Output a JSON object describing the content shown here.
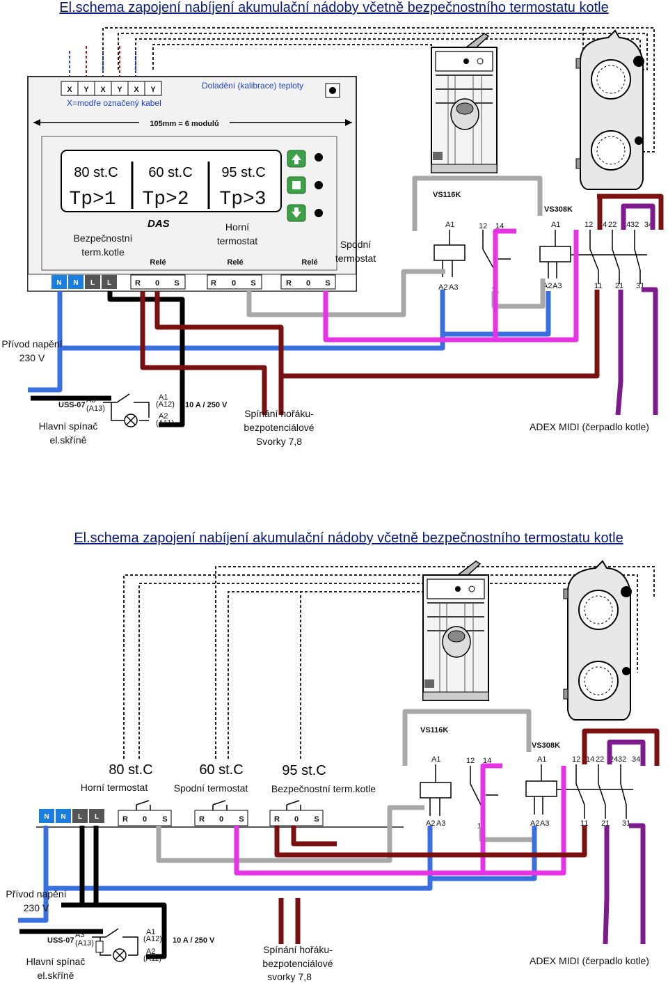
{
  "diagram_top": {
    "title": "El.schema zapojení nabíjení akumulační nádoby včetně bezpečnostního termostatu kotle",
    "module": {
      "terminals_xy": [
        "X",
        "Y",
        "X",
        "Y",
        "X",
        "Y"
      ],
      "cable_note": "X=modře označený kabel",
      "calibration": "Doladění (kalibrace) teploty",
      "width_note": "105mm = 6 modulů",
      "temps": [
        "80 st.C",
        "60 st.C",
        "95 st.C"
      ],
      "display": [
        "Tp>1",
        "Tp>2",
        "Tp>3"
      ],
      "brand": "DAS",
      "relay": "Relé",
      "supply_terminals": [
        "N",
        "N",
        "L",
        "L"
      ],
      "relay_terminals": [
        "R",
        "0",
        "S"
      ]
    },
    "labels": {
      "safety": [
        "Bezpečnostní",
        "term.kotle"
      ],
      "upper": [
        "Horní",
        "termostat"
      ],
      "lower": [
        "Spodní",
        "termostat"
      ],
      "supply": [
        "Přívod napění",
        "230 V"
      ],
      "main_switch": [
        "Hlavní spínač",
        "el.skříně"
      ],
      "burner": [
        "Spínání hořáku-",
        "bezpotenciálové",
        "Svorky 7,8"
      ],
      "pump": "ADEX MIDI  (čerpadlo kotle)"
    }
  },
  "diagram_bottom": {
    "title": "El.schema zapojení nabíjení akumulační nádoby včetně bezpečnostního termostatu kotle",
    "temps": [
      {
        "value": "80 st.C",
        "label": "Horní termostat"
      },
      {
        "value": "60 st.C",
        "label": "Spodní termostat"
      },
      {
        "value": "95 st.C",
        "label": "Bezpečnostní term.kotle"
      }
    ],
    "labels": {
      "supply": [
        "Přívod napění",
        "230 V"
      ],
      "main_switch": [
        "Hlavní spínač",
        "el.skříně"
      ],
      "burner": [
        "Spínání hořáku-",
        "bezpotenciálové",
        "svorky 7,8"
      ],
      "pump": "ADEX MIDI  (čerpadlo kotle)"
    }
  },
  "components": {
    "relay_small": "VS116K",
    "relay_large": "VS308K",
    "relay_small_pins": [
      "A1",
      "12",
      "14",
      "A2",
      "A3",
      "11"
    ],
    "relay_large_pins": [
      "A1",
      "12",
      "14",
      "22",
      "24",
      "32",
      "34",
      "A2",
      "A3",
      "11",
      "21",
      "31"
    ],
    "switch": "USS-07",
    "switch_pins": [
      "A3",
      "(A13)",
      "A1",
      "(A12)",
      "A2",
      "(A11)"
    ],
    "rating": "10 A / 250 V"
  },
  "colors": {
    "title": "#0a1a7a",
    "neutral": "#3a6fe0",
    "brown": "#7a1010",
    "magenta": "#e633e6",
    "grey": "#a8a8a8",
    "purple": "#7d1a8c",
    "black": "#000000"
  }
}
